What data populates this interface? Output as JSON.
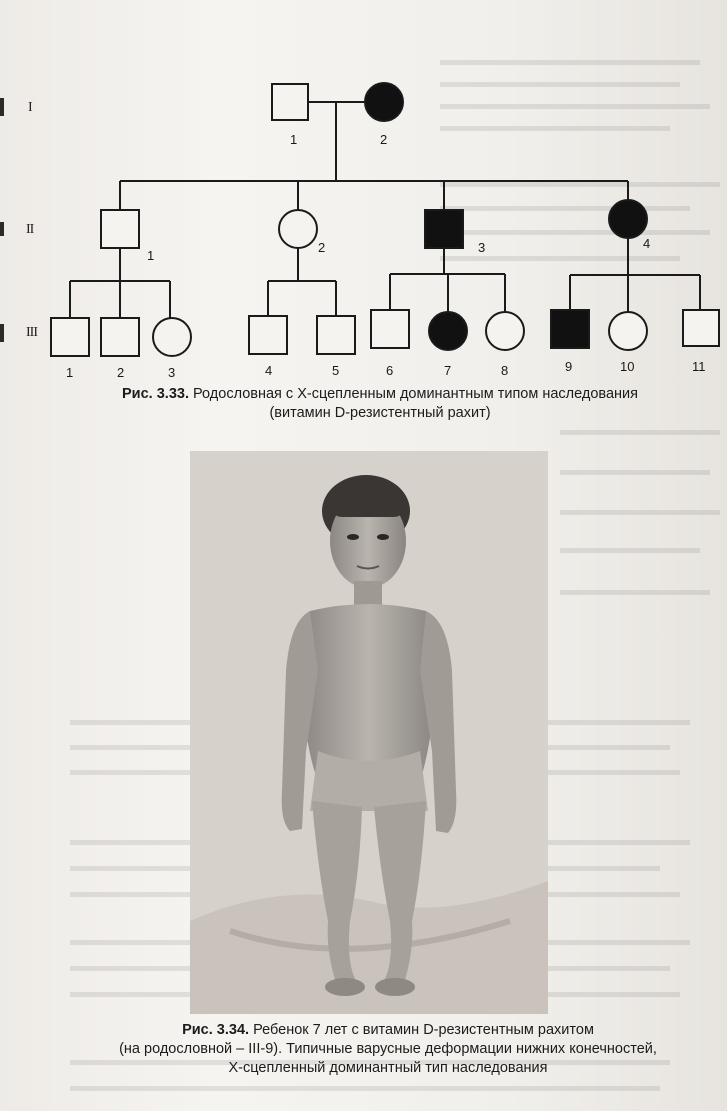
{
  "pedigree": {
    "generations": {
      "g1": "I",
      "g2": "II",
      "g3": "III"
    },
    "gen1": {
      "n1": "1",
      "n2": "2"
    },
    "gen2": {
      "n1": "1",
      "n2": "2",
      "n3": "3",
      "n4": "4"
    },
    "gen3": {
      "n1": "1",
      "n2": "2",
      "n3": "3",
      "n4": "4",
      "n5": "5",
      "n6": "6",
      "n7": "7",
      "n8": "8",
      "n9": "9",
      "n10": "10",
      "n11": "11"
    }
  },
  "caption_333": {
    "label": "Рис. 3.33.",
    "line1": " Родословная с X-сцепленным доминантным типом наследования",
    "line2": "(витамин D-резистентный рахит)"
  },
  "caption_334": {
    "label": "Рис. 3.34.",
    "line1": " Ребенок 7 лет с витамин D-резистентным рахитом",
    "line2": "(на родословной – III-9). Типичные варусные деформации нижних конечностей,",
    "line3": "X-сцепленный доминантный тип наследования"
  },
  "colors": {
    "ink": "#1c1c1c",
    "affected_fill": "#111111",
    "paper": "#f3f1ee"
  }
}
